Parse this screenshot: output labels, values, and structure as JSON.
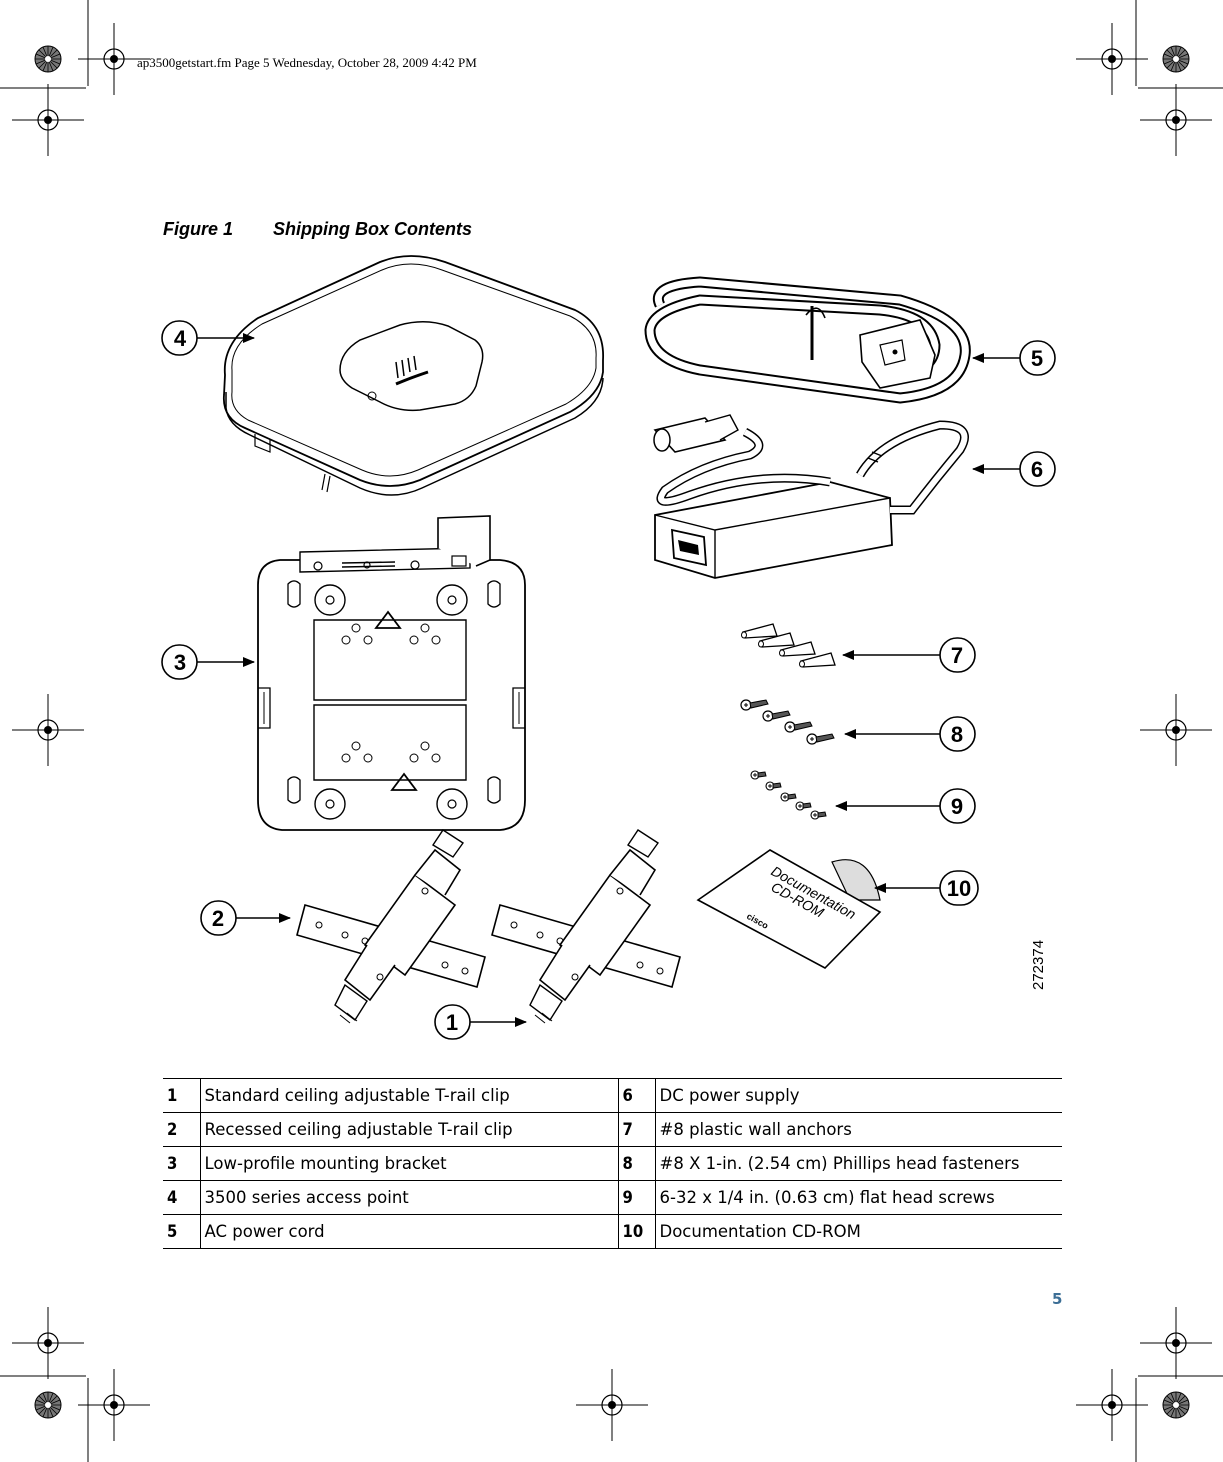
{
  "header": {
    "slug": "ap3500getstart.fm  Page 5  Wednesday, October 28, 2009  4:42 PM"
  },
  "figure": {
    "number": "Figure 1",
    "title": "Shipping Box Contents",
    "figure_id": "272374",
    "callouts": [
      "1",
      "2",
      "3",
      "4",
      "5",
      "6",
      "7",
      "8",
      "9",
      "10"
    ],
    "cd_label_line1": "Documentation",
    "cd_label_line2": "CD-ROM",
    "brand": "cisco"
  },
  "legend": {
    "rows": [
      {
        "left_num": "1",
        "left_text": "Standard ceiling adjustable T-rail clip",
        "right_num": "6",
        "right_text": "DC power supply"
      },
      {
        "left_num": "2",
        "left_text": "Recessed ceiling adjustable T-rail clip",
        "right_num": "7",
        "right_text": "#8 plastic wall anchors"
      },
      {
        "left_num": "3",
        "left_text": "Low-profile mounting bracket",
        "right_num": "8",
        "right_text": "#8 X 1-in. (2.54 cm) Phillips head fasteners"
      },
      {
        "left_num": "4",
        "left_text": "3500 series access point",
        "right_num": "9",
        "right_text": "6-32 x 1/4 in. (0.63 cm) flat head screws"
      },
      {
        "left_num": "5",
        "left_text": "AC power cord",
        "right_num": "10",
        "right_text": "Documentation CD-ROM"
      }
    ]
  },
  "page_number": "5"
}
